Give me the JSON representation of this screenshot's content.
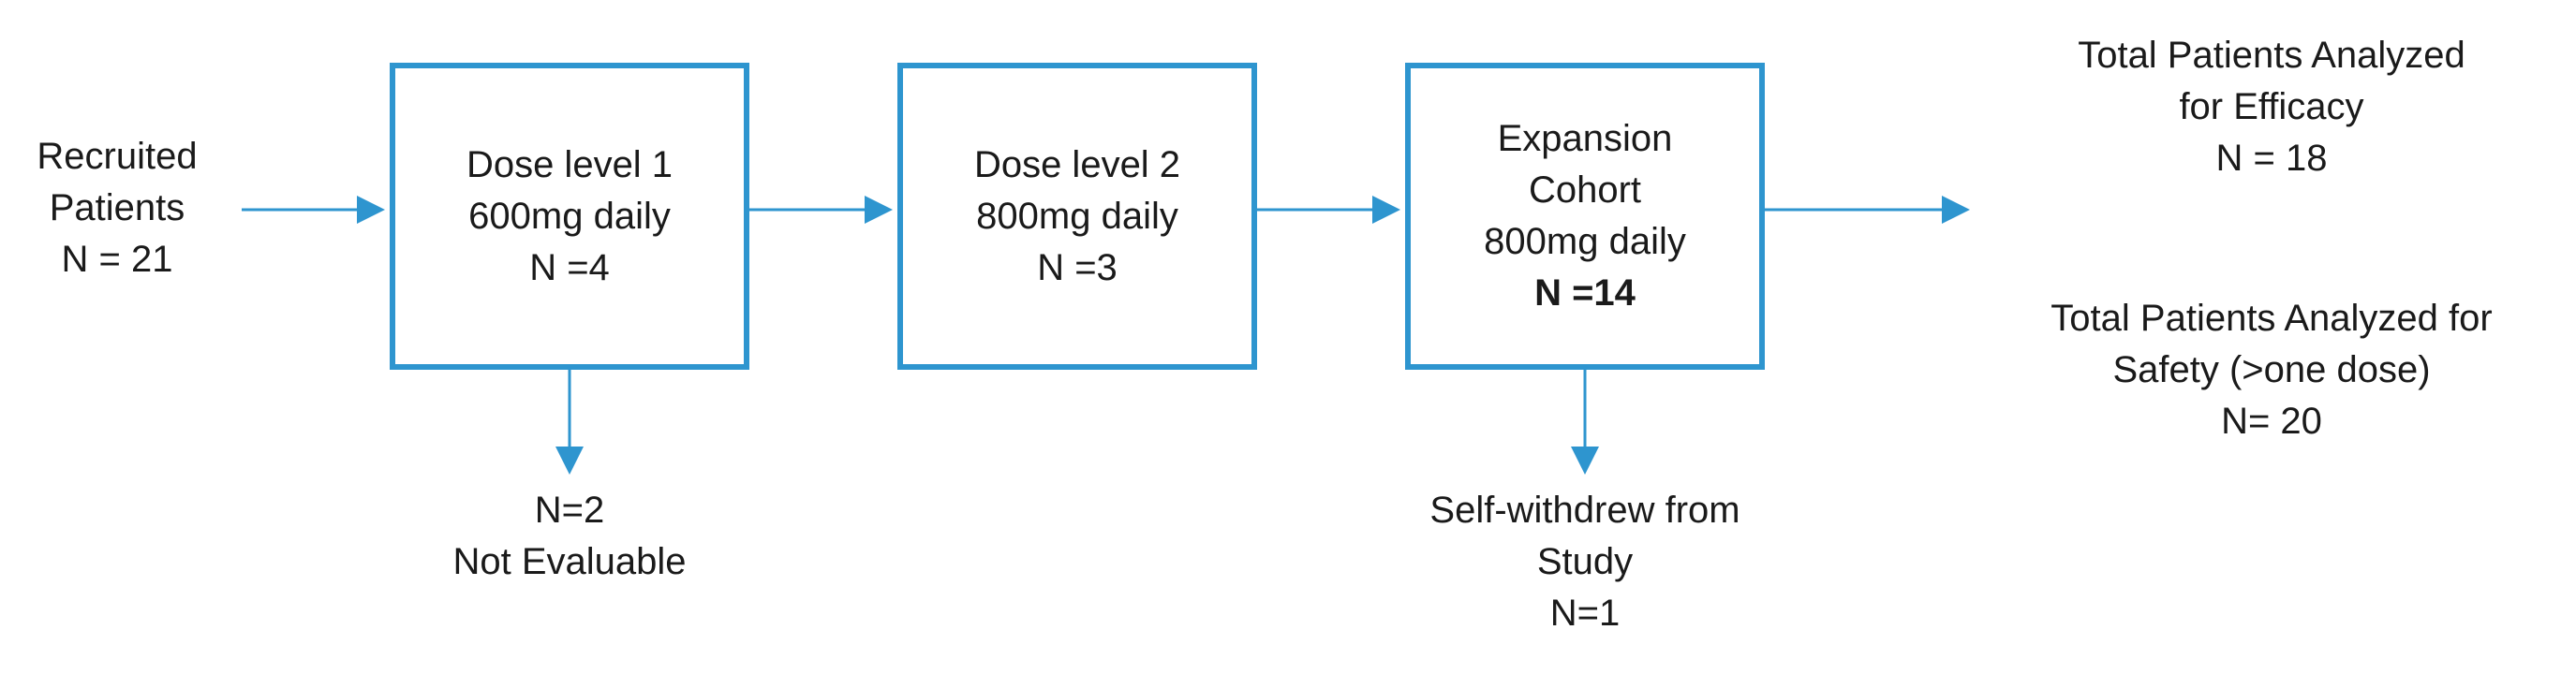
{
  "nodes": {
    "recruited": {
      "lines": [
        "Recruited",
        "Patients",
        "N = 21"
      ]
    },
    "dose1": {
      "lines": [
        "Dose level 1",
        "600mg daily",
        "N =4"
      ]
    },
    "dose2": {
      "lines": [
        "Dose level 2",
        "800mg daily",
        "N =3"
      ]
    },
    "expansion": {
      "lines": [
        "Expansion",
        "Cohort",
        "800mg daily",
        "N =14"
      ]
    },
    "not_evaluable": {
      "lines": [
        "N=2",
        "Not Evaluable"
      ]
    },
    "withdrew": {
      "lines": [
        "Self-withdrew from",
        "Study",
        "N=1"
      ]
    },
    "efficacy": {
      "lines": [
        "Total Patients Analyzed",
        "for Efficacy",
        "N = 18"
      ]
    },
    "safety": {
      "lines": [
        "Total Patients Analyzed for",
        "Safety (>one dose)",
        "N= 20"
      ]
    }
  },
  "colors": {
    "box_border": "#2e95cf",
    "arrow": "#2e95cf",
    "text": "#1a1a1a"
  }
}
